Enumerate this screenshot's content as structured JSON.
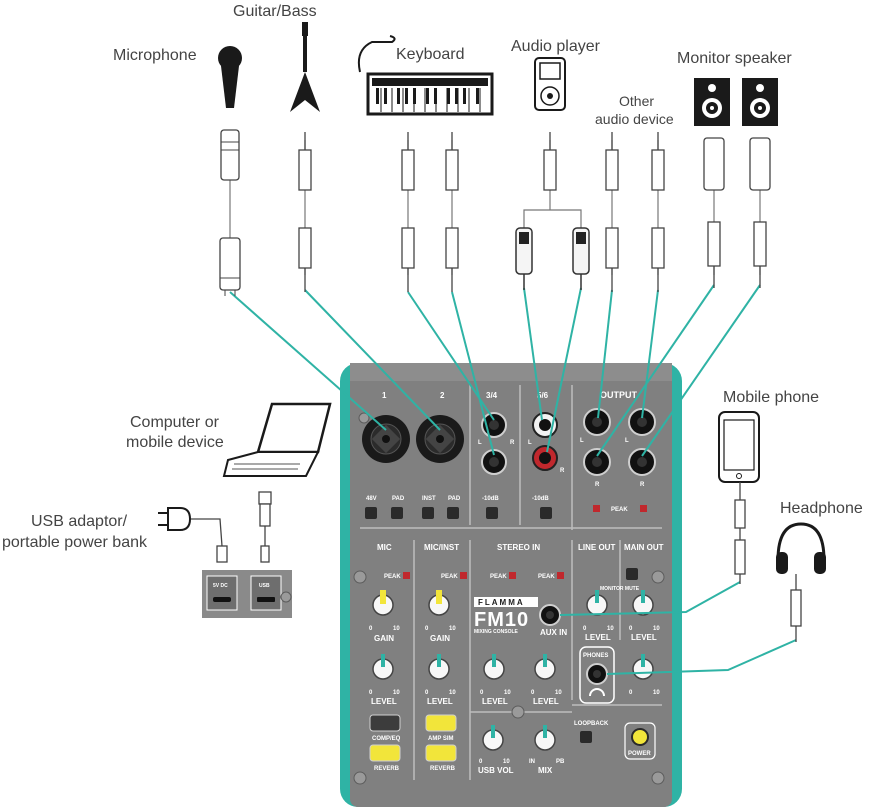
{
  "labels": {
    "guitar_bass": "Guitar/Bass",
    "microphone": "Microphone",
    "keyboard": "Keyboard",
    "audio_player": "Audio player",
    "monitor_speaker": "Monitor speaker",
    "other_device_line1": "Other",
    "other_device_line2": "audio device",
    "computer_line1": "Computer or",
    "computer_line2": "mobile device",
    "usb_line1": "USB adaptor/",
    "usb_line2": "portable power bank",
    "mobile_phone": "Mobile phone",
    "headphone": "Headphone"
  },
  "usb_box": {
    "port1": "5V DC",
    "port2": "USB"
  },
  "panel": {
    "ch1": "1",
    "ch2": "2",
    "ch34": "3/4",
    "ch56": "5/6",
    "output": "OUTPUT",
    "sw_48v": "48V",
    "sw_pad": "PAD",
    "sw_inst": "INST",
    "sw_pad2": "PAD",
    "sw_m10_a": "-10dB",
    "sw_m10_b": "-10dB",
    "peak": "PEAK",
    "sec_mic": "MIC",
    "sec_micinst": "MIC/INST",
    "sec_stereo": "STEREO IN",
    "sec_lineout": "LINE OUT",
    "sec_mainout": "MAIN OUT",
    "monitor_mute": "MONITOR MUTE",
    "brand": "FLAMMA",
    "model": "FM10",
    "subtitle": "MIXING CONSOLE",
    "aux_in": "AUX IN",
    "gain": "GAIN",
    "level": "LEVEL",
    "phones": "PHONES",
    "zero": "0",
    "ten": "10",
    "comp_eq": "COMP/EQ",
    "amp_sim": "AMP SIM",
    "reverb": "REVERB",
    "loopback": "LOOPBACK",
    "usb_vol": "USB VOL",
    "mix": "MIX",
    "mix_in": "IN",
    "mix_pb": "PB",
    "power": "POWER",
    "jack_l": "L",
    "jack_r": "R"
  },
  "colors": {
    "teal": "#2fb3a5",
    "panel": "#808080",
    "panel_dark": "#6e6e6e",
    "yellow": "#f2e53a",
    "red": "#c0282d",
    "label": "#444444"
  }
}
